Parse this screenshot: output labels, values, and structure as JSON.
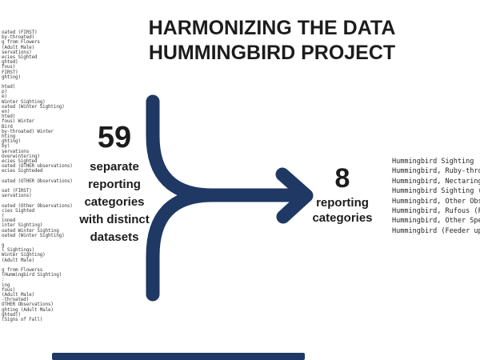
{
  "title": {
    "line1": "HARMONIZING THE DATA",
    "line2": "HUMMINGBIRD PROJECT"
  },
  "left_column": {
    "lines": [
      "oated (FIRST)",
      "by-throated)",
      "g from Flowers",
      "(Adult Male)",
      "servations)",
      "ecies Sighted",
      "ghted)",
      "fous)",
      "FIRST)",
      "ghting)",
      "",
      "hted)",
      "p)",
      "e)",
      "Winter Sighting)",
      "oated (Winter Sighting)",
      "en)",
      "hted)",
      "fous) Winter",
      "Bird",
      "by-throated) Winter",
      "hting",
      "ghting)",
      "by)",
      "servations",
      "Overwintering)",
      "ecies Sighted",
      "oated (OTHER observations)",
      "ecies Sighteded",
      "",
      "oated (OTHER Observations)",
      "",
      "oat (FIRST)",
      "servations)",
      "",
      "oated (Other Observations)",
      "cies Sighted",
      "(",
      "inned",
      "inter Sighting)",
      "oated Winter Sighting",
      "oated (Winter Sighting)",
      "",
      "g",
      "l Sightings)",
      "Winter Sighting)",
      "(Adult Male)",
      "",
      "g from Flowerss",
      "(Hummingbird Sighting)",
      ":",
      "ing",
      "fous)",
      "(Adult Male)",
      "-throated)",
      "OTHER Observations)",
      "ghting (Adult Male)",
      "ghted))",
      "(Signs of Fall)"
    ]
  },
  "source_label": {
    "number": "59",
    "caption_lines": [
      "separate",
      "reporting",
      "categories",
      "with distinct",
      "datasets"
    ]
  },
  "result_label": {
    "number": "8",
    "caption_lines": [
      "reporting",
      "categories"
    ]
  },
  "right_list": {
    "items": [
      "Hummingbird Sighting",
      "Hummingbird, Ruby-thro",
      "Hummingbird, Nectaring",
      "Hummingbird Sighting (",
      "Hummingbird, Other Obs",
      "Hummingbird, Rufous (F",
      "Hummingbird, Other Spe",
      "Hummingbird (Feeder up"
    ]
  },
  "colors": {
    "arrow": "#1F3864",
    "bottom_bar": "#1F3864",
    "title_text": "#1C1C1C",
    "small_text": "#3C3C3C",
    "list_text": "#1F1F1F"
  }
}
